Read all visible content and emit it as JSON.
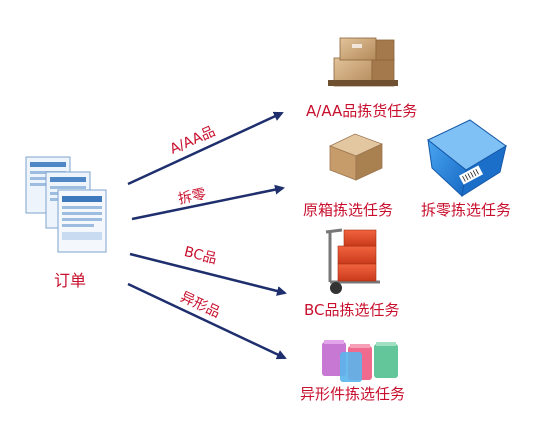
{
  "source": {
    "label": "订单",
    "icon": "order-documents-icon"
  },
  "edges": [
    {
      "label": "A/AA品",
      "color": "#1f2f6e"
    },
    {
      "label": "拆零",
      "color": "#1f2f6e"
    },
    {
      "label": "BC品",
      "color": "#1f2f6e"
    },
    {
      "label": "异形品",
      "color": "#1f2f6e"
    }
  ],
  "tasks": [
    {
      "label": "A/AA品拣货任务",
      "icon": "stacked-boxes-icon"
    },
    {
      "label": "原箱拣选任务",
      "icon": "carton-box-icon"
    },
    {
      "label": "拆零拣选任务",
      "icon": "blue-tote-bin-icon"
    },
    {
      "label": "BC品拣选任务",
      "icon": "hand-truck-boxes-icon"
    },
    {
      "label": "异形件拣选任务",
      "icon": "colored-bags-icon"
    }
  ],
  "colors": {
    "text_accent": "#c8102e",
    "arrow": "#1f2f6e"
  }
}
